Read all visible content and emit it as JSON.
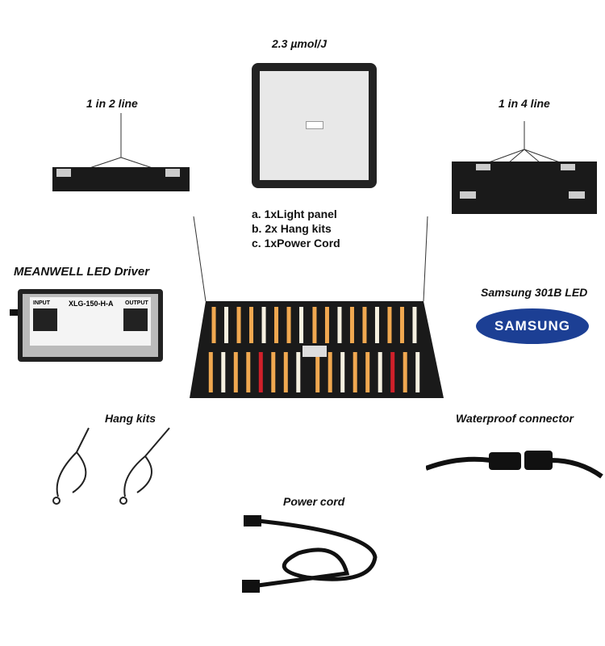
{
  "labels": {
    "efficiency": "2.3 µmol/J",
    "one_in_two": "1 in 2 line",
    "one_in_four": "1 in 4 line",
    "driver": "MEANWELL LED Driver",
    "samsung_led": "Samsung 301B LED",
    "hang_kits": "Hang kits",
    "waterproof": "Waterproof connector",
    "power_cord": "Power cord"
  },
  "package": [
    "a. 1xLight panel",
    "b. 2x Hang kits",
    "c. 1xPower Cord"
  ],
  "driver": {
    "model": "XLG-150-H-A",
    "input": "INPUT",
    "output": "OUTPUT"
  },
  "samsung_logo": "SAMSUNG",
  "colors": {
    "samsung_blue": "#1c3f94",
    "warm_led": "#f0a850",
    "white_led": "#f5f0e0",
    "red_led": "#d0202a"
  }
}
